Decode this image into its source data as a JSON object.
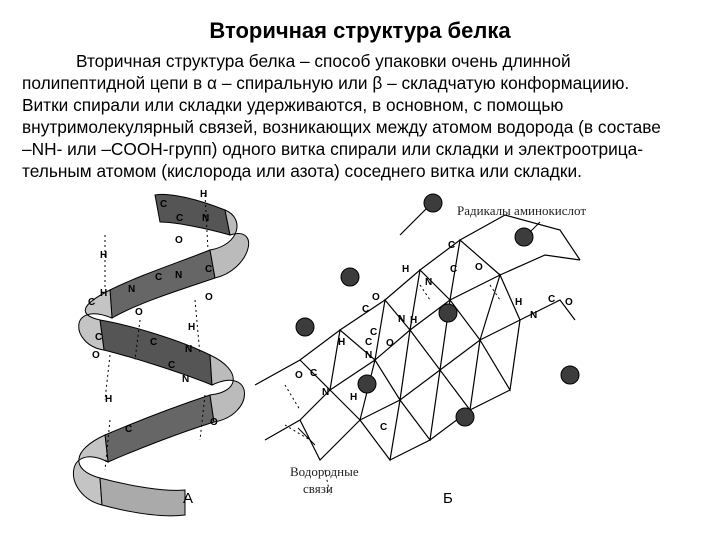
{
  "title": "Вторичная структура белка",
  "paragraph": [
    "Вторичная структура белка – способ упаковки очень длинной",
    "полипептидной цепи в α – спиральную или β – складчатую конформациию.",
    "Витки спирали или складки удерживаются, в основном, с помощью",
    "внутримолекулярный связей, возникающих между атомом водорода (в составе",
    "–NH- или –COOH-групп) одного витка спирали или складки и электроотрица-",
    "тельным атомом (кислорода или азота) соседнего витка или складки."
  ],
  "figure": {
    "label_a": "А",
    "label_b": "Б",
    "radicals_label": "Радикалы аминокислот",
    "hbonds_label_1": "Водородные",
    "hbonds_label_2": "связи",
    "helix_atoms": [
      "H",
      "N",
      "C",
      "C",
      "O",
      "H",
      "N",
      "C",
      "C",
      "O",
      "H",
      "N",
      "C",
      "O",
      "H",
      "N",
      "C",
      "C",
      "O",
      "H",
      "N",
      "C",
      "O",
      "C"
    ],
    "sheet_atoms": [
      "C",
      "H",
      "N",
      "C",
      "O",
      "C",
      "O",
      "N",
      "H",
      "C",
      "H",
      "N",
      "C",
      "O",
      "C",
      "O",
      "N",
      "H",
      "C",
      "H",
      "N",
      "C",
      "O"
    ]
  }
}
